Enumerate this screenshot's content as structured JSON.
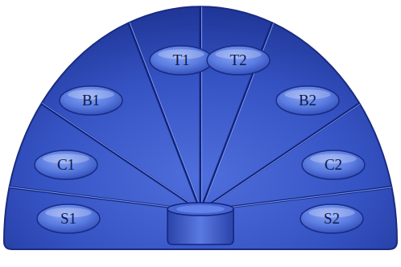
{
  "diagram": {
    "nodes": [
      {
        "text": [
          "T1"
        ]
      },
      {
        "text": [
          "T2"
        ]
      },
      {
        "text": [
          "B1"
        ]
      },
      {
        "text": [
          "B2"
        ]
      },
      {
        "text": [
          "C1"
        ]
      },
      {
        "text": [
          "C2"
        ]
      },
      {
        "text": [
          "S1"
        ]
      },
      {
        "text": [
          "S2"
        ]
      }
    ]
  }
}
